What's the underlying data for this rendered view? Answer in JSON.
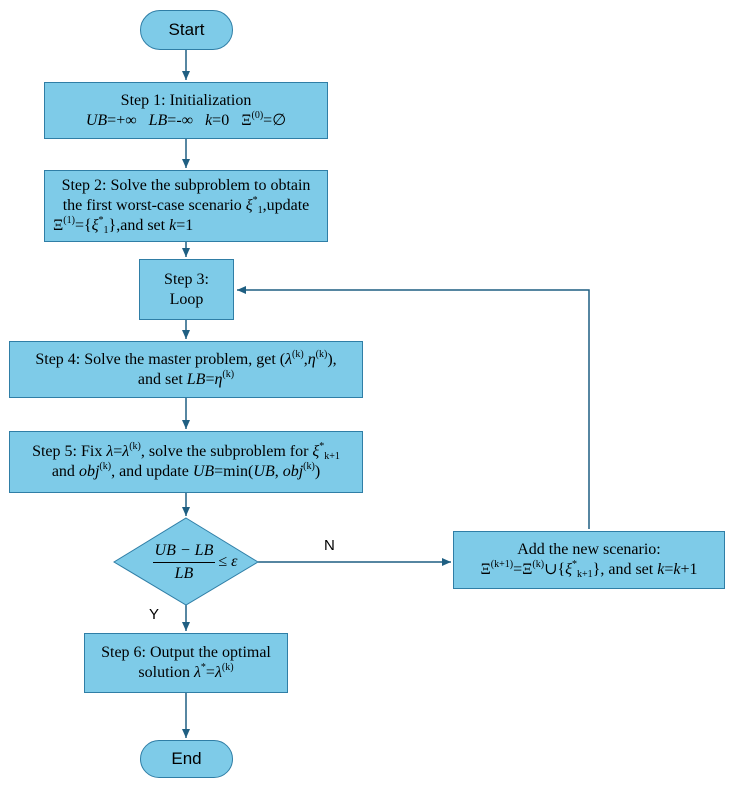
{
  "diagram": {
    "start": {
      "label": "Start"
    },
    "end": {
      "label": "End"
    },
    "step1": {
      "title": "Step 1: Initialization",
      "ub": "UB",
      "ub_val": "=+∞",
      "lb": "LB",
      "lb_val": "=-∞",
      "k": "k",
      "k_val": "=0",
      "xi": "Ξ",
      "xi_sup": "(0)",
      "xi_val": "=∅"
    },
    "step2": {
      "line1": "Step 2: Solve the subproblem to obtain",
      "line2_a": "the first worst-case scenario ",
      "zeta": "ξ",
      "zeta_sup": "*",
      "zeta_sub": "1",
      "line2_b": ",update",
      "xi": "Ξ",
      "xi_sup": "(1)",
      "line3_a": "={",
      "line3_zeta": "ξ",
      "line3_sup": "*",
      "line3_sub": "1",
      "line3_b": "},and set ",
      "k": "k",
      "k_val": "=1"
    },
    "step3": {
      "line1": "Step 3:",
      "line2": "Loop"
    },
    "step4": {
      "line1_a": "Step 4: Solve the master problem, get (",
      "lambda": "λ",
      "lambda_sup": "(k)",
      "comma": ",",
      "eta": "η",
      "eta_sup": "(k)",
      "line1_b": "),",
      "line2_a": "and set ",
      "lb": "LB",
      "eq": "=",
      "eta2": "η",
      "eta2_sup": "(k)"
    },
    "step5": {
      "line1_a": "Step 5: Fix ",
      "lambda": "λ",
      "eq": "=",
      "lambda2": "λ",
      "lambda2_sup": "(k)",
      "line1_b": ", solve the subproblem for ",
      "zeta": "ξ",
      "zeta_sup": "*",
      "zeta_sub": "k+1",
      "line2_a": "and ",
      "obj": "obj",
      "obj_sup": "(k)",
      "line2_b": ", and update ",
      "ub": "UB",
      "line2_c": "=min(",
      "ub2": "UB",
      "line2_d": ", ",
      "obj2": "obj",
      "obj2_sup": "(k)",
      "line2_e": ")"
    },
    "decision": {
      "numerator": "UB − LB",
      "denominator": "LB",
      "rel": "≤ ε"
    },
    "step6": {
      "line1": "Step 6: Output the optimal",
      "line2_a": "solution ",
      "lambda": "λ",
      "lambda_sup": "*",
      "eq": "=",
      "lambda2": "λ",
      "lambda2_sup": "(k)"
    },
    "add": {
      "line1": "Add the new scenario:",
      "xi": "Ξ",
      "xi_sup": "(k+1)",
      "eq": "=",
      "xi2": "Ξ",
      "xi2_sup": "(k)",
      "union": "∪{",
      "zeta": "ξ",
      "zeta_sup": "*",
      "zeta_sub": "k+1",
      "line2_b": "}, and set ",
      "k": "k",
      "eq2": "=",
      "k2": "k",
      "plus": "+1"
    },
    "labels": {
      "no": "N",
      "yes": "Y"
    },
    "colors": {
      "fill": "#7ecbe8",
      "stroke": "#2f7ea6",
      "edge": "#1f5f82"
    }
  }
}
